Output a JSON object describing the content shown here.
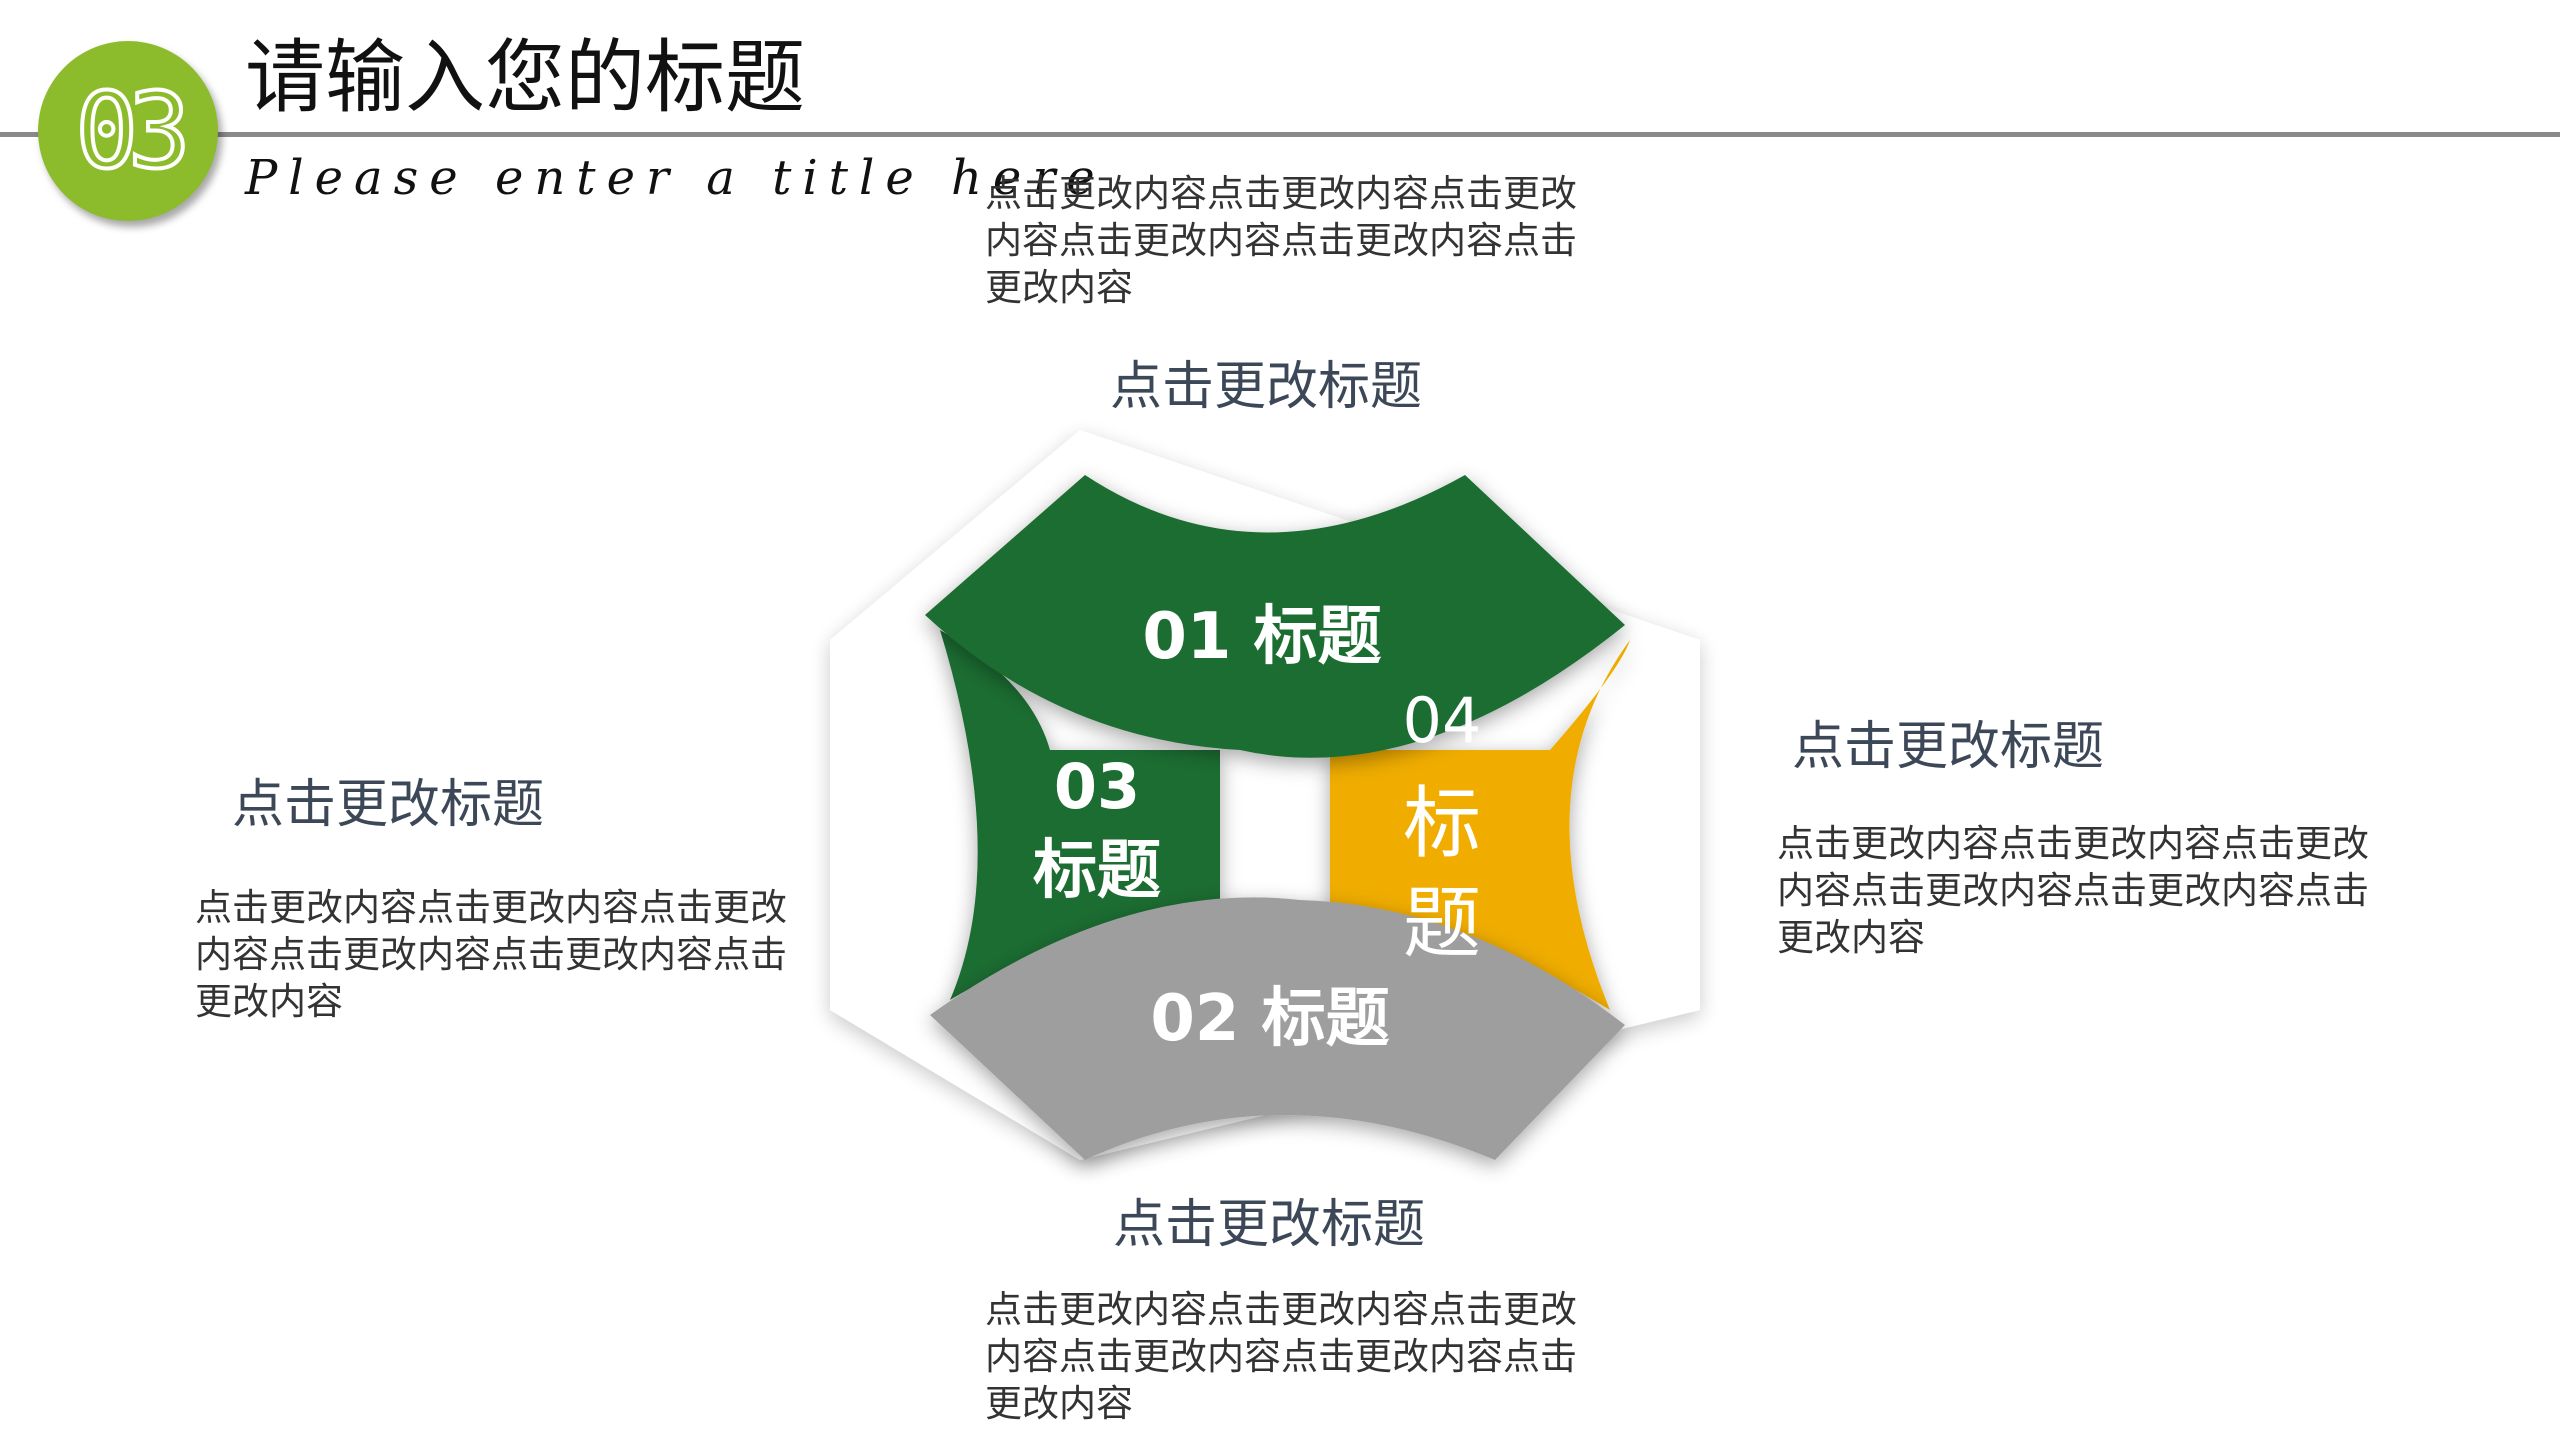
{
  "header": {
    "badge_number": "03",
    "title": "请输入您的标题",
    "subtitle": "Please enter a title here"
  },
  "diagram": {
    "segments": [
      {
        "id": "01",
        "label": "01 标题",
        "color": "#1e6d33"
      },
      {
        "id": "02",
        "label": "02 标题",
        "color": "#9e9e9e"
      },
      {
        "id": "03",
        "number": "03",
        "label": "标题",
        "color": "#1e6d33"
      },
      {
        "id": "04",
        "number": "04",
        "label_line1": "标",
        "label_line2": "题",
        "color": "#f0ad00"
      }
    ]
  },
  "blocks": {
    "top": {
      "title": "点击更改标题",
      "text": "点击更改内容点击更改内容点击更改内容点击更改内容点击更改内容点击更改内容"
    },
    "left": {
      "title": "点击更改标题",
      "text": "点击更改内容点击更改内容点击更改内容点击更改内容点击更改内容点击更改内容"
    },
    "right": {
      "title": "点击更改标题",
      "text": "点击更改内容点击更改内容点击更改内容点击更改内容点击更改内容点击更改内容"
    },
    "bottom": {
      "title": "点击更改标题",
      "text": "点击更改内容点击更改内容点击更改内容点击更改内容点击更改内容点击更改内容"
    }
  },
  "colors": {
    "accent_green": "#8cbc2b",
    "dark_green": "#1e6d33",
    "gray": "#9e9e9e",
    "orange": "#f0ad00",
    "divider": "#8a8a8a"
  }
}
